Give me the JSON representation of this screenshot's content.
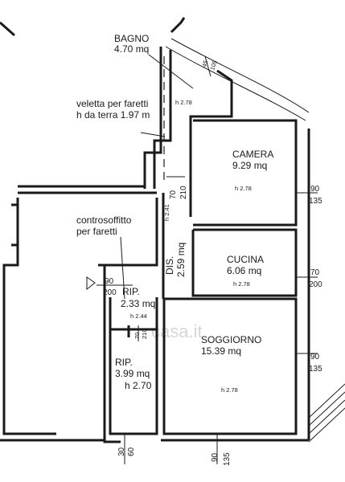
{
  "rooms": {
    "bagno": {
      "name": "BAGNO",
      "area": "4.70 mq",
      "height": "h 2.78"
    },
    "camera": {
      "name": "CAMERA",
      "area": "9.29 mq",
      "height": "h 2.78"
    },
    "cucina": {
      "name": "CUCINA",
      "area": "6.06 mq",
      "height": "h 2.78"
    },
    "soggiorno": {
      "name": "SOGGIORNO",
      "area": "15.39 mq",
      "height": "h 2.78"
    },
    "dis": {
      "name": "DIS.",
      "area": "2.59 mq",
      "height": "h 2.41"
    },
    "rip1": {
      "name": "RIP.",
      "area": "2.33 mq",
      "height": "h 2.44"
    },
    "rip2": {
      "name": "RIP.",
      "area": "3.99 mq",
      "height": "h 2.70"
    }
  },
  "notes": {
    "veletta_line1": "veletta per faretti",
    "veletta_line2": "h da terra 1.97 m",
    "contro_line1": "controsoffitto",
    "contro_line2": "per faretti"
  },
  "dimensions": {
    "camera_w": "90",
    "camera_h": "135",
    "cucina_w": "70",
    "cucina_h": "200",
    "soggiorno_w": "90",
    "soggiorno_h": "135",
    "door_dis_w": "70",
    "door_dis_h": "210",
    "bagno_w": "45",
    "bagno_h": "105",
    "rip_w": "90",
    "rip_h": "200",
    "rip2_w": "70",
    "rip2_h": "210",
    "bottom_left_w": "30",
    "bottom_left_h": "60",
    "bottom_mid_w": "90",
    "bottom_mid_h": "135"
  },
  "watermark": "casa.it"
}
